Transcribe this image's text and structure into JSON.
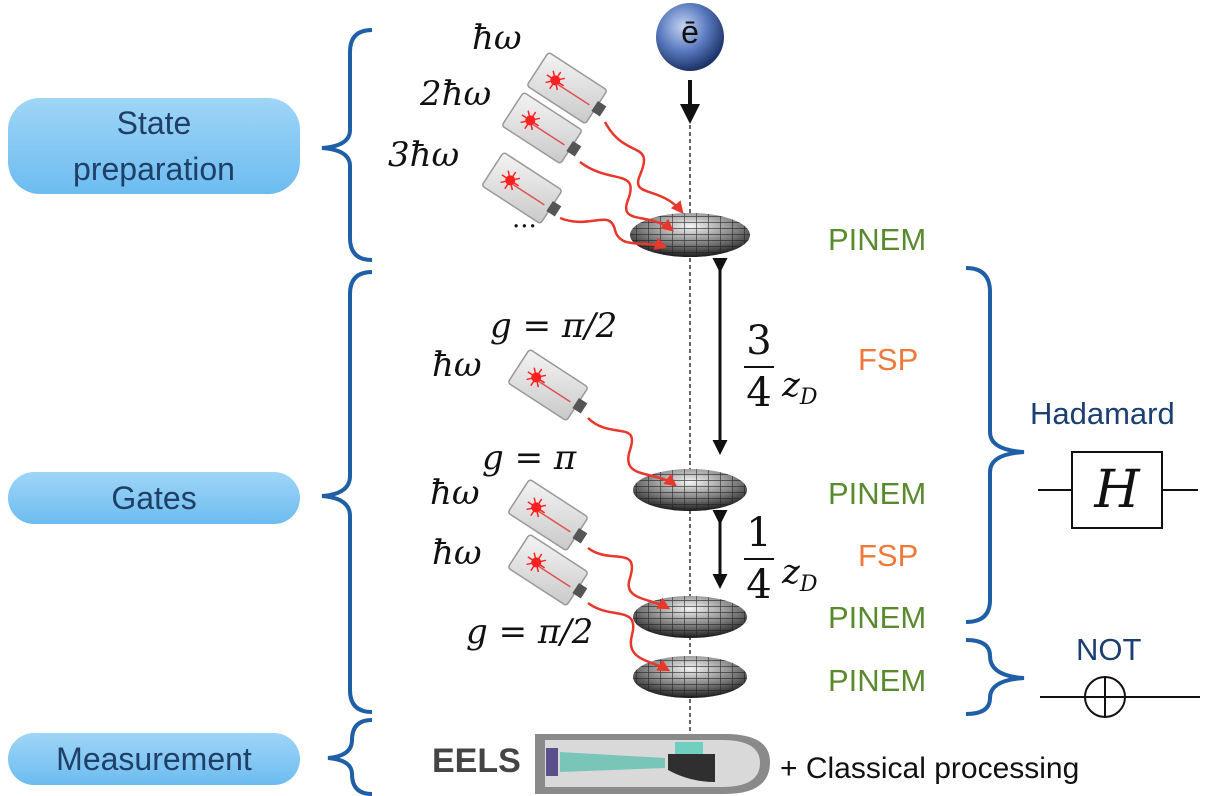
{
  "stages": {
    "state_preparation": "State\npreparation",
    "gates": "Gates",
    "measurement": "Measurement"
  },
  "electron": {
    "symbol": "ē"
  },
  "prep_lasers": [
    "ħω",
    "2ħω",
    "3ħω",
    "..."
  ],
  "layer_labels": {
    "pinem_1": "PINEM",
    "fsp_1": "FSP",
    "pinem_2": "PINEM",
    "fsp_2": "FSP",
    "pinem_3": "PINEM",
    "pinem_4": "PINEM"
  },
  "gate_params": {
    "g1": "g = π/2",
    "g2": "g = π",
    "g3": "g = π/2",
    "hw1": "ħω",
    "hw2": "ħω",
    "hw3": "ħω"
  },
  "distances": {
    "d1_num": "3",
    "d1_den": "4",
    "d1_var": "z",
    "d2_num": "1",
    "d2_den": "4",
    "d2_var": "z",
    "sub": "D"
  },
  "gates_out": {
    "hadamard_label": "Hadamard",
    "hadamard_symbol": "H",
    "not_label": "NOT"
  },
  "detector": {
    "name": "EELS",
    "suffix": "+ Classical processing"
  },
  "colors": {
    "pill": "#7cc4f2",
    "brace": "#1f5fa8",
    "pinem": "#5a8a2e",
    "fsp": "#f07838",
    "gate_text": "#1a3f70",
    "laser_beam": "#e8372b"
  }
}
